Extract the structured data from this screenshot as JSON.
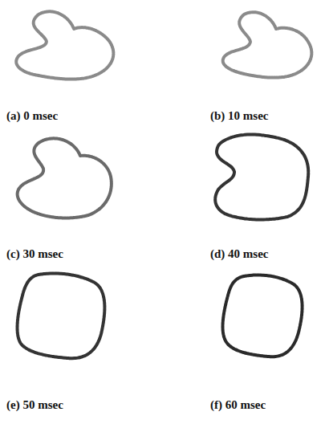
{
  "diagram": {
    "labels": [
      "(a) 0 msec",
      "(b) 10 msec",
      "(c) 30 msec",
      "(d) 40 msec",
      "(e) 50 msec",
      "(f) 60 msec"
    ]
  }
}
